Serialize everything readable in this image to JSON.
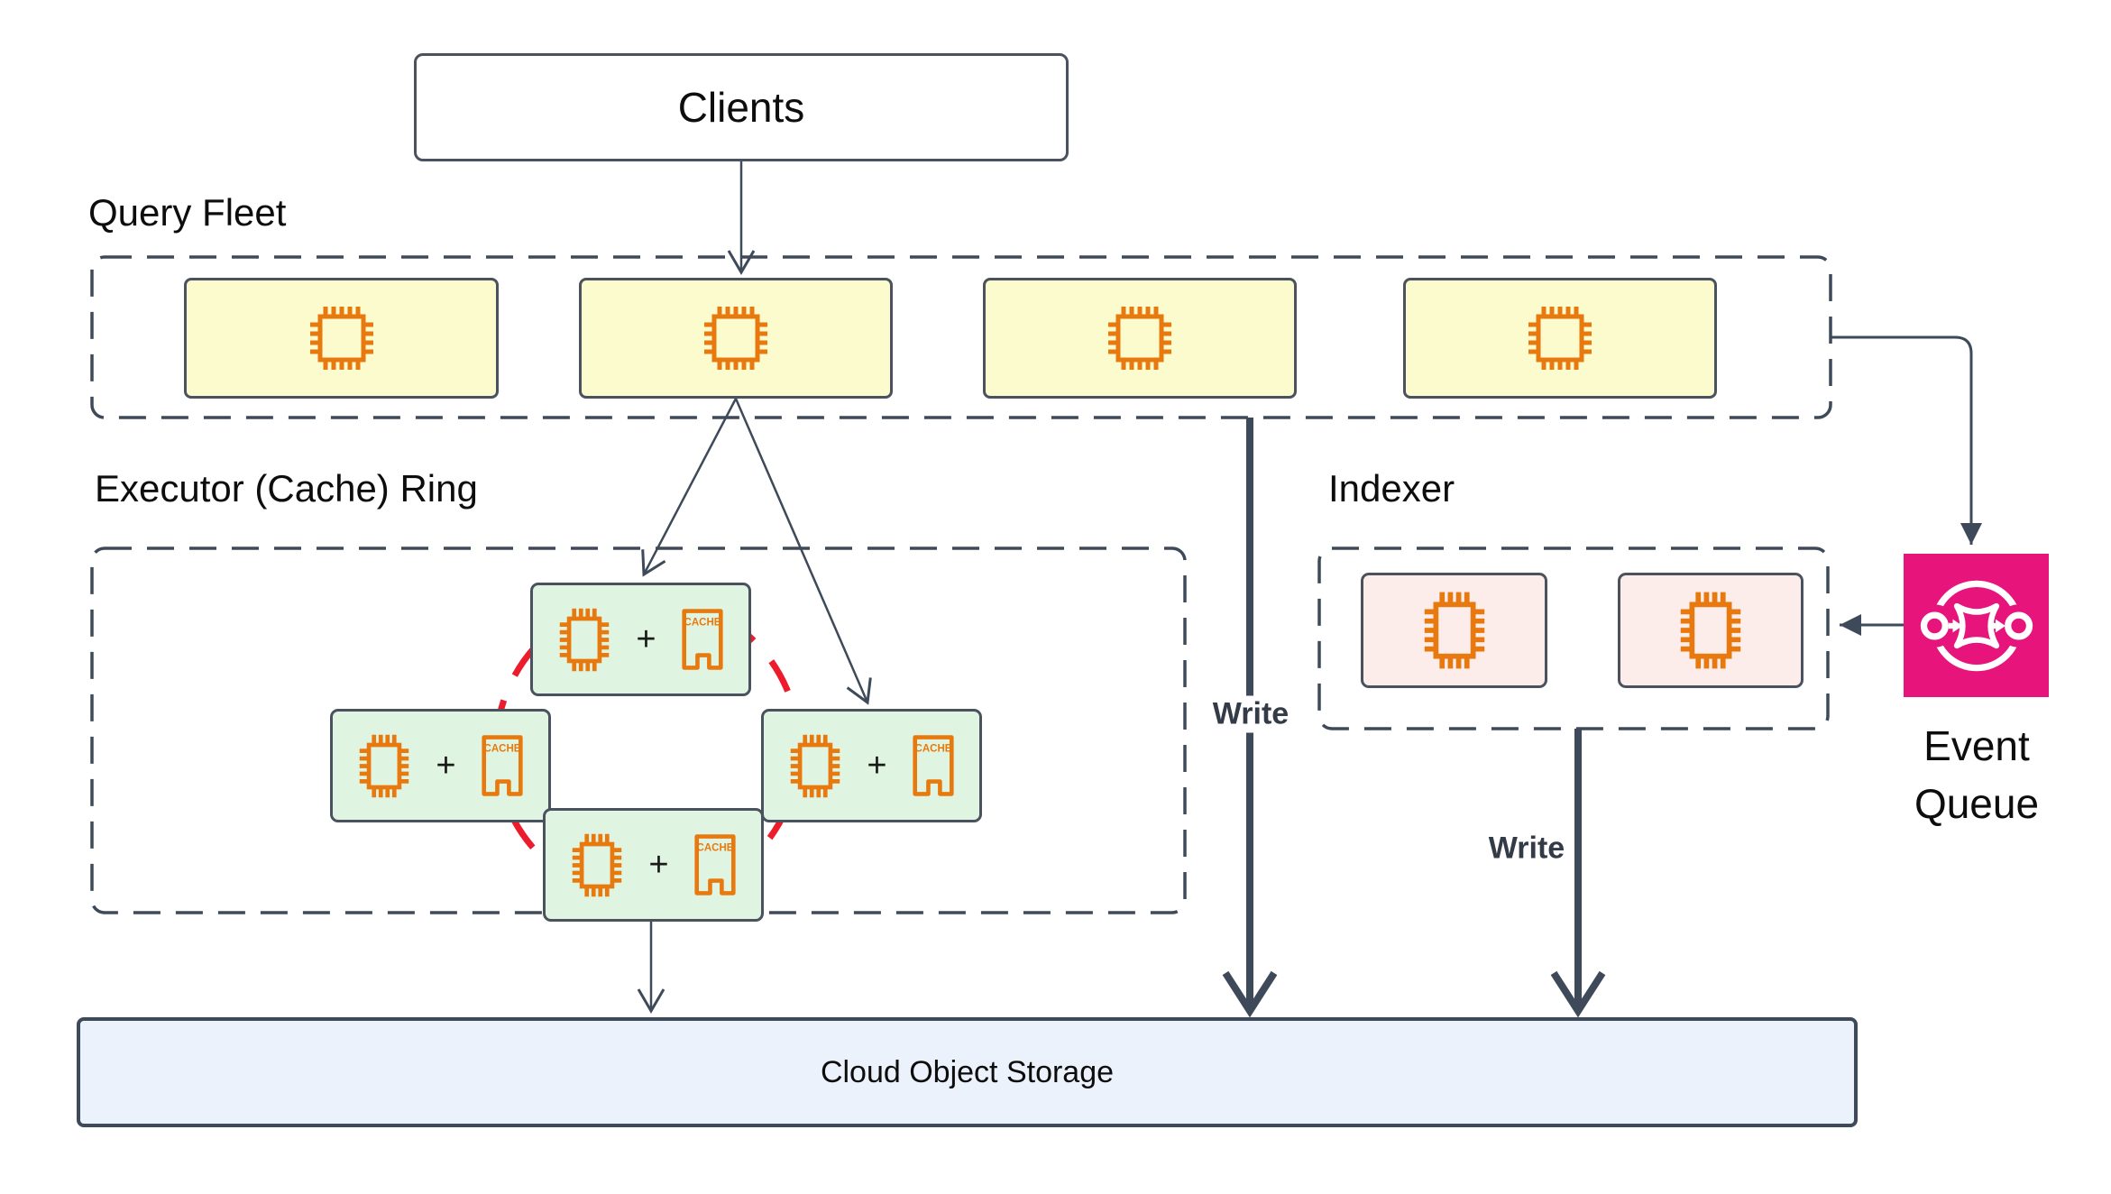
{
  "clients": {
    "label": "Clients"
  },
  "query_fleet": {
    "title": "Query Fleet",
    "node_count": 4,
    "node_icon": "cpu-chip-icon"
  },
  "executor_ring": {
    "title": "Executor (Cache) Ring",
    "node_count": 4,
    "node_icon": "cpu-chip-icon",
    "cache_icon_label": "CACHE",
    "plus_label": "+"
  },
  "indexer": {
    "title": "Indexer",
    "node_count": 2,
    "node_icon": "cpu-chip-icon"
  },
  "event_queue": {
    "label_line1": "Event",
    "label_line2": "Queue",
    "icon": "event-bus-icon"
  },
  "storage": {
    "label": "Cloud Object Storage"
  },
  "flows": {
    "fleet_write_label": "Write",
    "indexer_write_label": "Write"
  },
  "colors": {
    "slate": "#3E4A59",
    "border": "#49525E",
    "orange": "#E8790F",
    "red": "#EC1C2D",
    "eq-pink": "#E7157B",
    "yellow": "#FBFBCE",
    "green": "#E0F5E1",
    "pinkfill": "#FCEDEB",
    "blue": "#EBF2FB"
  }
}
